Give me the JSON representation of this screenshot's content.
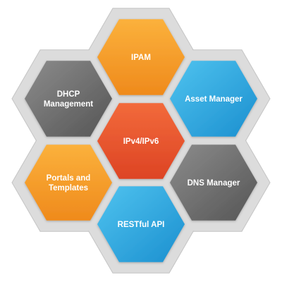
{
  "diagram": {
    "colors": {
      "orange_light": "#fbb13c",
      "orange_dark": "#ef8a1c",
      "red_light": "#f26a3b",
      "red_dark": "#dd4424",
      "blue_light": "#4fc3ef",
      "blue_dark": "#1b8fcf",
      "gray_light": "#8c8c8c",
      "gray_dark": "#555555",
      "frame": "#dcdcdc",
      "frame_edge": "#c4c4c4",
      "text": "#ffffff"
    },
    "hexes": [
      {
        "id": "ipam",
        "lines": [
          "IPAM"
        ],
        "color": "orange"
      },
      {
        "id": "dhcp-management",
        "lines": [
          "DHCP",
          "Management"
        ],
        "color": "gray"
      },
      {
        "id": "asset-manager",
        "lines": [
          "Asset Manager"
        ],
        "color": "blue"
      },
      {
        "id": "ipv4-ipv6",
        "lines": [
          "IPv4/IPv6"
        ],
        "color": "red"
      },
      {
        "id": "portals-and-templates",
        "lines": [
          "Portals and",
          "Templates"
        ],
        "color": "orange"
      },
      {
        "id": "dns-manager",
        "lines": [
          "DNS Manager"
        ],
        "color": "gray"
      },
      {
        "id": "restful-api",
        "lines": [
          "RESTful API"
        ],
        "color": "blue"
      }
    ]
  }
}
